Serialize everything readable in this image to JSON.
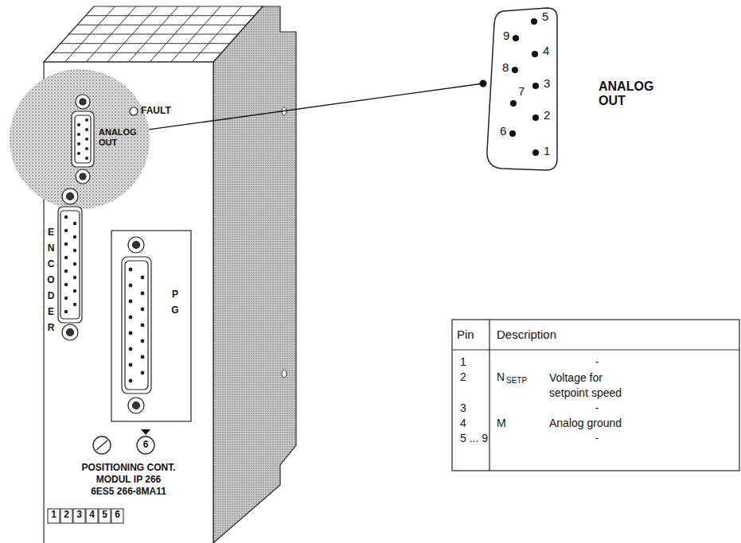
{
  "diagram": {
    "nodes": [
      {
        "text": [
          "ANALOG OUT"
        ]
      },
      {
        "text": [
          "ANALOG OUT"
        ]
      }
    ],
    "edges": [
      {
        "from": 0,
        "to": 1,
        "arrow": "none"
      }
    ],
    "labels": [
      "FAULT",
      "ENCODER",
      "PG",
      "6",
      "POSITIONING CONT.",
      "MODUL IP 266",
      "6ES5 266-8MA11",
      "1",
      "2",
      "3",
      "4",
      "5",
      "6",
      "9",
      "5",
      "8",
      "4",
      "3",
      "7",
      "2",
      "6",
      "1",
      "Pin",
      "Description",
      "1",
      "-",
      "2",
      "N",
      "SETP",
      "Voltage for setpoint speed",
      "3",
      "-",
      "4",
      "M",
      "Analog ground",
      "5 ... 9",
      "-"
    ]
  }
}
